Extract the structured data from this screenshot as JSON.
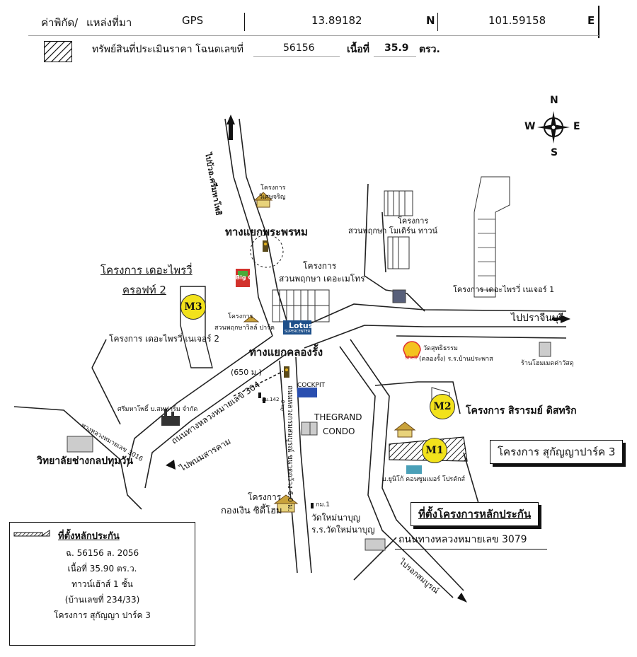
{
  "header": {
    "coord_label": "ค่าพิกัด/",
    "source_label": "แหล่งที่มา",
    "source_value": "GPS",
    "lat_value": "13.89182",
    "lat_dir": "N",
    "lon_value": "101.59158",
    "lon_dir": "E"
  },
  "asset_line": {
    "label": "ทรัพย์สินที่ประเมินราคา โฉนดเลขที่",
    "deed_no": "56156",
    "area_label": "เนื้อที่",
    "area_value": "35.9",
    "area_unit": "ตรว."
  },
  "compass": {
    "n": "N",
    "s": "S",
    "e": "E",
    "w": "W"
  },
  "map_labels": {
    "road_north": "ไปบ้วอ.ศรีมหาโพธิ",
    "proj_wiset_1": "โครงการ",
    "proj_wiset_2": "วิเศษจริญ",
    "junction_phraphrom": "ทางแยกพระพรหม",
    "proj_suanphruk_modern_1": "โครงการ",
    "proj_suanphruk_modern_2": "สวนพฤกษา โมเดิร์น ทาวน์",
    "proj_metro_1": "โครงการ",
    "proj_metro_2": "สวนพฤกษา เดอะเมโทร",
    "proj_privy_craft_1": "โครงการ เดอะไพรวี่",
    "proj_privy_craft_2": "ครอฟท์ 2",
    "big_c": "Big C",
    "proj_suanphruk_park_1": "โครงการ",
    "proj_suanphruk_park_2": "สวนพฤกษาวิลล์ ปาร์ค",
    "lotus": "Lotus",
    "lotus_sub": "SUPERCENTER",
    "proj_privy_nature_1": "โครงการ เดอะไพรวี่ เนเจอร์ 1",
    "to_prachinburi": "ไปปราจีนบุรี",
    "proj_privy_nature_2": "โครงการ เดอะไพรวี่ เนเจอร์ 2",
    "junction_khlongrang": "ทางแยกคลองรั้ง",
    "dist_650": "(650 ม.)",
    "shell": "Shell",
    "wat_1": "วัดสุทธิธรรม",
    "wat_2": "(คลองรั้ง) ร.ร.บ้านประพาส",
    "hardware_store": "ร้านโฮมเมดค่าวัสดุ",
    "cockpit": "COCKPIT",
    "road_304": "ถนนทางหลวงหมายเลข 304",
    "km_142": "กม.142",
    "km_0": "กม.0",
    "factory": "ศรีมหาโพธิ์ บ.สหฟาร์ม จำกัด",
    "grand_condo_1": "THEGRAND",
    "grand_condo_2": "CONDO",
    "road_3016": "ทางหลวงหมายเลข 3016",
    "road_sanamchai": "ถนนหลวงกรมสมบูรณ์ ขนาดกว้าง 6.0 ม.",
    "to_phanom": "ไปพนมสารคาม",
    "college": "วิทยาลัยช่างกลปทุมวัน",
    "proj_sirarom": "โครงการ สิรารมย์ ดิสทริก",
    "proj_sukanya": "โครงการ สุกัญญาปาร์ค 3",
    "company": "บ.ยูนิโก้ คอนซูมเมอร์ โปรดักส์",
    "collateral_site": "ที่ตั้งโครงการหลักประกัน",
    "proj_kongngoen_1": "โครงการ",
    "proj_kongngoen_2": "กองเงิน ซิตี้โฮม",
    "km_1": "กม.1",
    "wat_mai_1": "วัดใหม่นาบุญ",
    "wat_mai_2": "ร.ร.วัดใหม่นาบุญ",
    "road_3079": "ถนนทางหลวงหมายเลข 3079",
    "to_sombun": "ไปรอกสมบูรณ์",
    "m1": "M1",
    "m2": "M2",
    "m3": "M3"
  },
  "legend": {
    "title": "ที่ตั้งหลักประกัน",
    "line1": "ฉ. 56156 ล. 2056",
    "line2": "เนื้อที่ 35.90 ตร.ว.",
    "line3": "ทาวน์เฮ้าส์ 1 ชั้น",
    "line4": "(บ้านเลขที่ 234/33)",
    "line5": "โครงการ สุกัญญา ปาร์ค 3"
  }
}
